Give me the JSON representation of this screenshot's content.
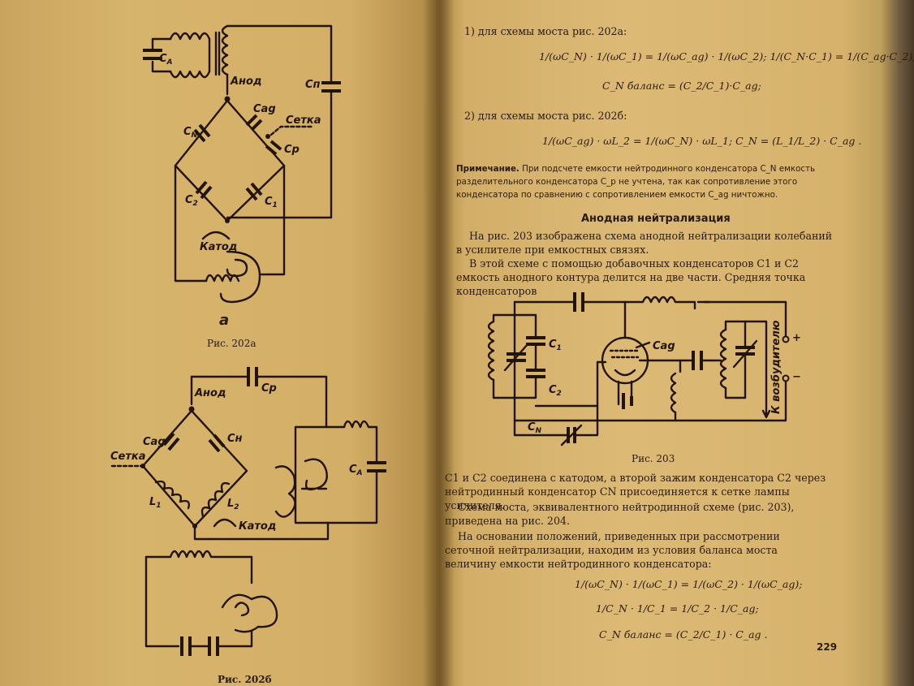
{
  "left_page": {
    "fig202a": {
      "labels": {
        "ca": "C",
        "ca_sub": "A",
        "anode": "Анод",
        "cn_top": "Cп",
        "cag": "Cag",
        "grid": "Сетка",
        "cn": "C",
        "cn_sub": "N",
        "cp": "Cр",
        "c2": "C",
        "c2_sub": "2",
        "c1": "C",
        "c1_sub": "1",
        "cathode": "Катод"
      },
      "letter": "а",
      "caption": "Рис. 202а"
    },
    "fig202b": {
      "labels": {
        "anode": "Анод",
        "cp": "Cр",
        "cag": "Cag",
        "cn": "Cн",
        "grid": "Сетка",
        "ca": "C",
        "ca_sub": "A",
        "l1": "L",
        "l1_sub": "1",
        "l2": "L",
        "l2_sub": "2",
        "cathode": "Катод"
      },
      "caption": "Рис. 202б"
    }
  },
  "right_page": {
    "item1_label": "1) для схемы моста рис. 202а:",
    "formula1_line1": "1/(ωC_N) · 1/(ωC_1) = 1/(ωC_ag) · 1/(ωC_2);   1/(C_N·C_1) = 1/(C_ag·C_2);",
    "formula1_line2": "C_N баланс = (C_2/C_1)·C_ag;",
    "item2_label": "2) для схемы моста рис. 202б:",
    "formula2": "1/(ωC_ag) · ωL_2 = 1/(ωC_N) · ωL_1;  C_N = (L_1/L_2) · C_ag .",
    "note_title": "Примечание.",
    "note_text": " При подсчете емкости нейтродинного конденсатора C_N емкость разделительного конденсатора C_p не учтена, так как сопротивление этого конденсатора по сравнению с сопротивлением емкости C_ag ничтожно.",
    "heading": "Анодная нейтрализация",
    "para1": "На рис. 203 изображена схема анодной нейтрализации колебаний в усилителе при емкостных связях.",
    "para2": "В этой схеме с помощью добавочных конденсаторов C1 и C2 емкость анодного контура делится на две части. Средняя точка конденсаторов",
    "fig203": {
      "labels": {
        "c1": "C",
        "c1_sub": "1",
        "c2": "C",
        "c2_sub": "2",
        "cag": "Cag",
        "cn": "C",
        "cn_sub": "N",
        "exciter": "К возбудителю",
        "plus": "+",
        "minus": "−"
      },
      "caption": "Рис. 203"
    },
    "para3": "C1 и C2 соединена с катодом, а второй зажим конденсатора C2 через нейтродинный конденсатор CN присоединяется к сетке лампы усилителя.",
    "para4": "Схема моста, эквивалентного нейтродинной схеме (рис. 203), приведена на рис. 204.",
    "para5": "На основании положений, приведенных при рассмотрении сеточной нейтрализации, находим из условия баланса моста величину емкости нейтродинного конденсатора:",
    "formula3_line1": "1/(ωC_N) · 1/(ωC_1) = 1/(ωC_2) · 1/(ωC_ag);",
    "formula3_line2": "1/C_N · 1/C_1 = 1/C_2 · 1/C_ag;",
    "formula3_line3": "C_N баланс = (C_2/C_1) · C_ag .",
    "page_number": "229"
  }
}
